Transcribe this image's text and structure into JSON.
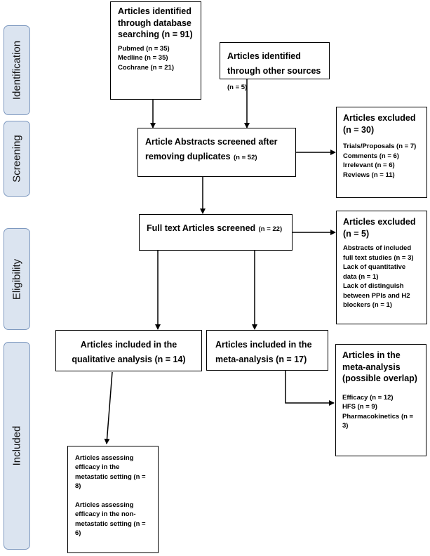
{
  "phases": [
    "Identification",
    "Screening",
    "Eligibility",
    "Included"
  ],
  "boxes": {
    "database": {
      "title": "Articles identified through database searching (n = 91)",
      "items": [
        "Pubmed (n = 35)",
        "Medline (n = 35)",
        "Cochrane (n = 21)"
      ]
    },
    "other_sources": {
      "title": "Articles identified through other sources",
      "count": "(n = 5)"
    },
    "abstracts_screened": {
      "title": "Article Abstracts screened after removing duplicates",
      "count": "(n = 52)"
    },
    "excluded_screening": {
      "title": "Articles excluded (n = 30)",
      "items": [
        "Trials/Proposals (n = 7)",
        "Comments (n = 6)",
        "Irrelevant (n = 6)",
        "Reviews (n = 11)"
      ]
    },
    "full_text": {
      "title": "Full text Articles screened",
      "count": "(n = 22)"
    },
    "excluded_eligibility": {
      "title": "Articles excluded (n = 5)",
      "items": [
        "Abstracts of included full text studies (n = 3)",
        "Lack of quantitative data (n = 1)",
        "Lack of distinguish between PPIs and H2 blockers (n = 1)"
      ]
    },
    "qualitative": {
      "title": "Articles included in the qualitative analysis (n = 14)"
    },
    "meta": {
      "title": "Articles included in the meta-analysis (n = 17)"
    },
    "meta_overlap": {
      "title": "Articles in the meta-analysis (possible overlap)",
      "items": [
        "Efficacy (n = 12)",
        "HFS (n = 9)",
        "Pharmacokinetics (n = 3)"
      ]
    },
    "efficacy": {
      "items": [
        "Articles assessing efficacy in the metastatic setting (n = 8)",
        "Articles assessing efficacy in the non-metastatic setting (n = 6)"
      ]
    }
  }
}
